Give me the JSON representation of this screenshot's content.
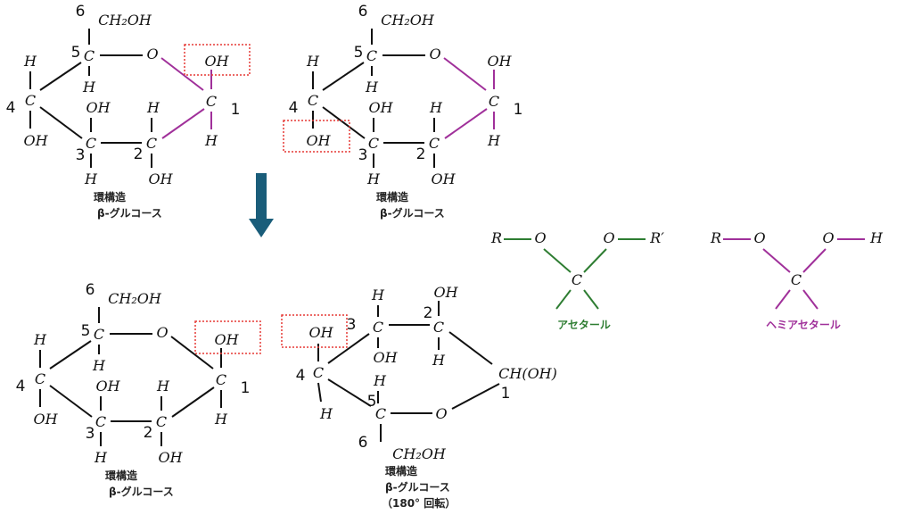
{
  "colors": {
    "bond": "#111111",
    "highlight_bond": "#a0309a",
    "box": "#e53935",
    "arrow": "#1a5d7a",
    "acetal": "#2e7d32",
    "hemiacetal": "#a0309a"
  },
  "structures": [
    {
      "name": "beta-glucose-1",
      "atoms": {
        "c6": "CH₂OH",
        "n6": "6",
        "c5": "C",
        "n5": "5",
        "h5": "H",
        "o": "O",
        "oh1": "OH",
        "c1": "C",
        "n1": "1",
        "h1": "H",
        "c4": "C",
        "h4": "H",
        "oh4": "OH",
        "n4": "4",
        "c3": "C",
        "oh3": "OH",
        "h3": "H",
        "n3": "3",
        "c2": "C",
        "h2": "H",
        "oh2": "OH",
        "n2": "2"
      },
      "caption": [
        "環構造",
        "β-グルコース"
      ]
    },
    {
      "name": "beta-glucose-2",
      "atoms": {
        "c6": "CH₂OH",
        "n6": "6",
        "c5": "C",
        "n5": "5",
        "h5": "H",
        "o": "O",
        "oh1": "OH",
        "c1": "C",
        "n1": "1",
        "h1": "H",
        "c4": "C",
        "h4": "H",
        "oh4": "OH",
        "n4": "4",
        "c3": "C",
        "oh3": "OH",
        "h3": "H",
        "n3": "3",
        "c2": "C",
        "h2": "H",
        "oh2": "OH",
        "n2": "2"
      },
      "caption": [
        "環構造",
        "β-グルコース"
      ]
    },
    {
      "name": "beta-glucose-3",
      "atoms": {
        "c6": "CH₂OH",
        "n6": "6",
        "c5": "C",
        "n5": "5",
        "h5": "H",
        "o": "O",
        "oh1": "OH",
        "c1": "C",
        "n1": "1",
        "h1": "H",
        "c4": "C",
        "h4": "H",
        "oh4": "OH",
        "n4": "4",
        "c3": "C",
        "oh3": "OH",
        "h3": "H",
        "n3": "3",
        "c2": "C",
        "h2": "H",
        "oh2": "OH",
        "n2": "2"
      },
      "caption": [
        "環構造",
        "β-グルコース"
      ]
    },
    {
      "name": "beta-glucose-rotated",
      "atoms": {
        "h3": "H",
        "c3": "C",
        "n3": "3",
        "oh3": "OH",
        "oh2": "OH",
        "c2": "C",
        "n2": "2",
        "h2": "H",
        "c1": "CH(OH)",
        "n1": "1",
        "c4": "C",
        "n4": "4",
        "oh4": "OH",
        "h4": "H",
        "c5": "C",
        "n5": "5",
        "h5": "H",
        "o": "O",
        "c6": "CH₂OH",
        "n6": "6"
      },
      "caption": [
        "環構造",
        "β-グルコース",
        "（180°  回転）"
      ]
    }
  ],
  "acetal": {
    "r": "R",
    "o1": "O",
    "o2": "O",
    "r2": "R′",
    "c": "C",
    "label": "アセタール"
  },
  "hemiacetal": {
    "r": "R",
    "o1": "O",
    "o2": "O",
    "h": "H",
    "c": "C",
    "label": "ヘミアセタール"
  }
}
